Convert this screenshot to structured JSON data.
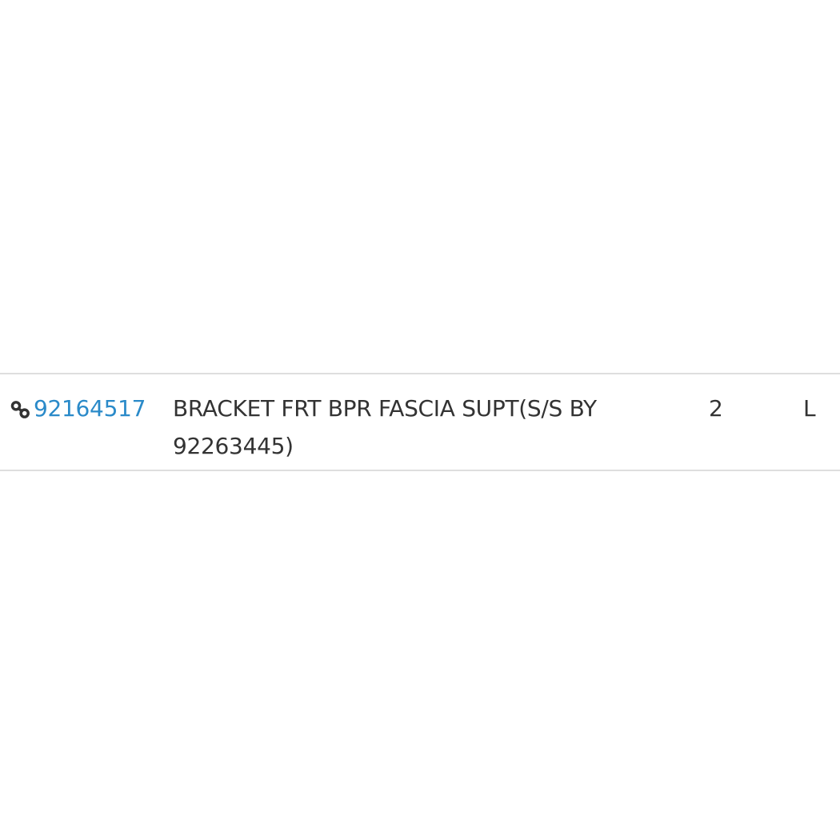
{
  "parts_table": {
    "rows": [
      {
        "icon": "link-icon",
        "part_number": "92164517",
        "description": "BRACKET FRT BPR FASCIA SUPT(S/S BY 92263445)",
        "qty": "2",
        "notes": "L"
      }
    ]
  },
  "colors": {
    "link": "#2a8ac9",
    "text": "#333333",
    "divider": "#dedede"
  }
}
